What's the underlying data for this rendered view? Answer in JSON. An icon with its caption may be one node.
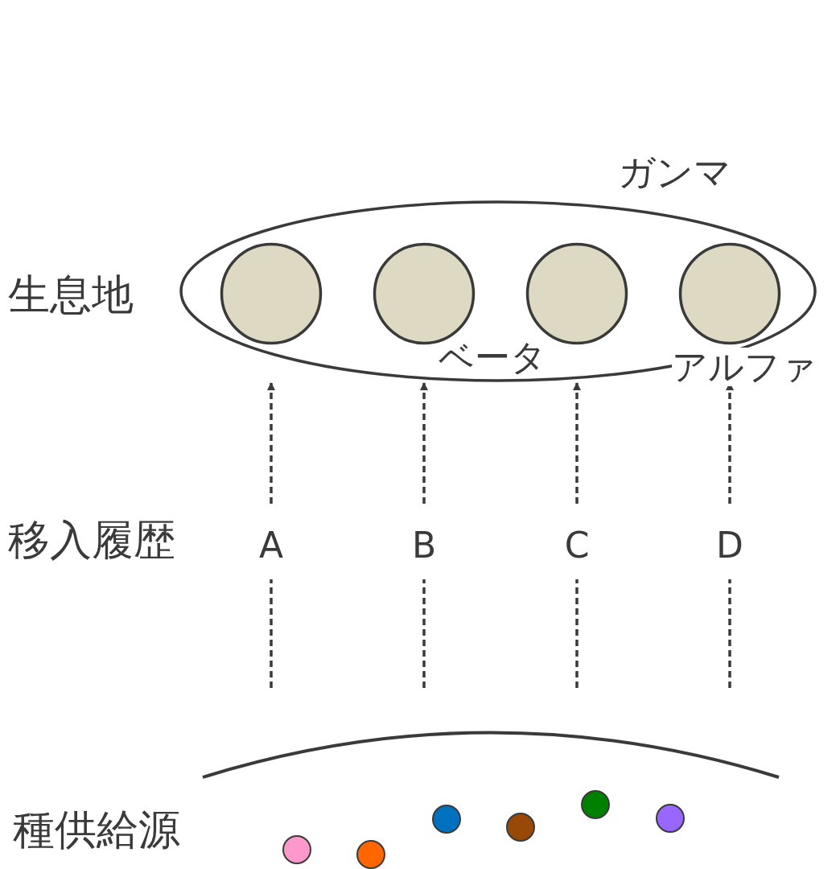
{
  "diagram": {
    "nodes": [
      {
        "text": [
          "ガンマ"
        ]
      },
      {
        "text": [],
        "shape": "circle",
        "in": 0
      },
      {
        "text": [],
        "shape": "circle",
        "in": 0
      },
      {
        "text": [],
        "shape": "circle",
        "in": 0
      },
      {
        "text": [],
        "shape": "circle",
        "in": 0
      },
      {
        "text": [
          "A"
        ]
      },
      {
        "text": [
          "B"
        ]
      },
      {
        "text": [
          "C"
        ]
      },
      {
        "text": [
          "D"
        ]
      },
      {
        "text": [],
        "shape": "arc"
      },
      {
        "text": [],
        "shape": "circle"
      },
      {
        "text": [],
        "shape": "circle"
      },
      {
        "text": [],
        "shape": "circle"
      },
      {
        "text": [],
        "shape": "circle"
      },
      {
        "text": [],
        "shape": "circle"
      },
      {
        "text": [],
        "shape": "circle"
      }
    ],
    "edges": [
      {
        "from": 5,
        "to": 0,
        "arrow": "to",
        "style": "dashed"
      },
      {
        "from": 6,
        "to": 0,
        "arrow": "to",
        "style": "dashed"
      },
      {
        "from": 7,
        "to": 0,
        "arrow": "to",
        "style": "dashed"
      },
      {
        "from": 8,
        "to": 0,
        "arrow": "to",
        "style": "dashed"
      },
      {
        "from": 9,
        "to": 5,
        "arrow": "none",
        "style": "dashed"
      },
      {
        "from": 9,
        "to": 6,
        "arrow": "none",
        "style": "dashed"
      },
      {
        "from": 9,
        "to": 7,
        "arrow": "none",
        "style": "dashed"
      },
      {
        "from": 9,
        "to": 8,
        "arrow": "none",
        "style": "dashed"
      }
    ],
    "labels": [
      "生息地",
      "ベータ",
      "アルファ",
      "移入履歴",
      "種供給源"
    ]
  }
}
